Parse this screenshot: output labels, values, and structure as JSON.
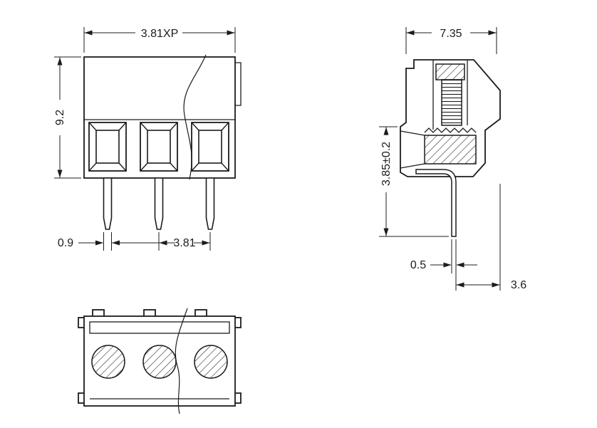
{
  "drawing": {
    "front_view": {
      "dim_pitch_total": "3.81XP",
      "dim_height": "9.2",
      "dim_pin_width": "0.9",
      "dim_pin_pitch": "3.81"
    },
    "side_view": {
      "dim_width": "7.35",
      "dim_height": "3.85±0.2",
      "dim_pin_thickness": "0.5",
      "dim_pin_to_edge": "3.6"
    }
  }
}
